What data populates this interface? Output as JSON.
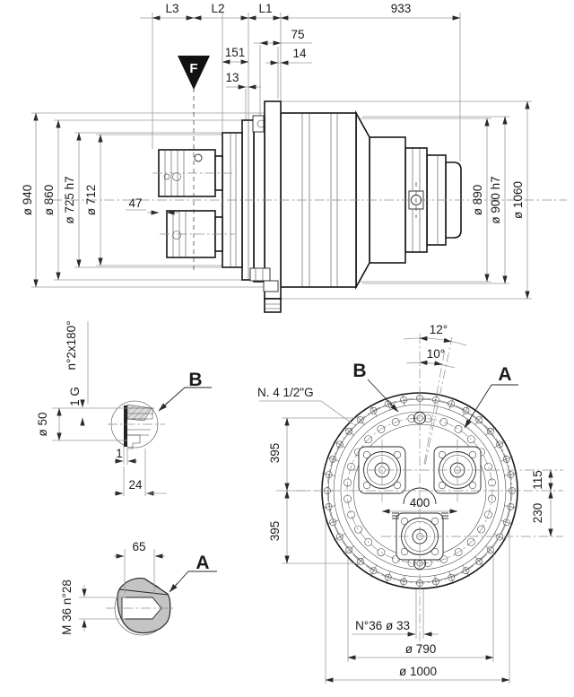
{
  "side": {
    "L3": "L3",
    "L2": "L2",
    "L1": "L1",
    "d933": "933",
    "d75": "75",
    "d151": "151",
    "d14": "14",
    "d13": "13",
    "flag": "F",
    "d940": "ø 940",
    "d860": "ø 860",
    "d725": "ø 725 h7",
    "d712": "ø 712",
    "d47": "47",
    "d890": "ø 890",
    "d900": "ø 900 h7",
    "d1060": "ø 1060"
  },
  "detailB": {
    "label": "B",
    "n2": "n°2x180°",
    "g1": "1 G",
    "d50": "ø 50",
    "d1": "1",
    "d24": "24"
  },
  "detailA": {
    "label": "A",
    "d65": "65",
    "m36": "M 36 n°28"
  },
  "front": {
    "a12": "12°",
    "a10": "10°",
    "labelB": "B",
    "labelA": "A",
    "ports": "N. 4 1/2\"G",
    "d395a": "395",
    "d395b": "395",
    "d400": "400",
    "d115": "115",
    "d230": "230",
    "n36": "N°36 ø 33",
    "d790": "ø 790",
    "d1000": "ø 1000"
  }
}
